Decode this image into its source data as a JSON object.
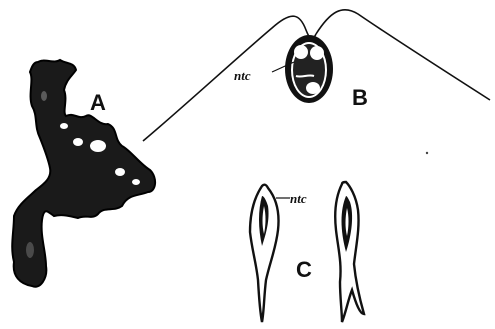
{
  "figure": {
    "panels": [
      {
        "id": "A",
        "label": "A"
      },
      {
        "id": "B",
        "label": "B",
        "annotation": "ntc"
      },
      {
        "id": "C",
        "label": "C",
        "annotation": "ntc"
      }
    ]
  }
}
